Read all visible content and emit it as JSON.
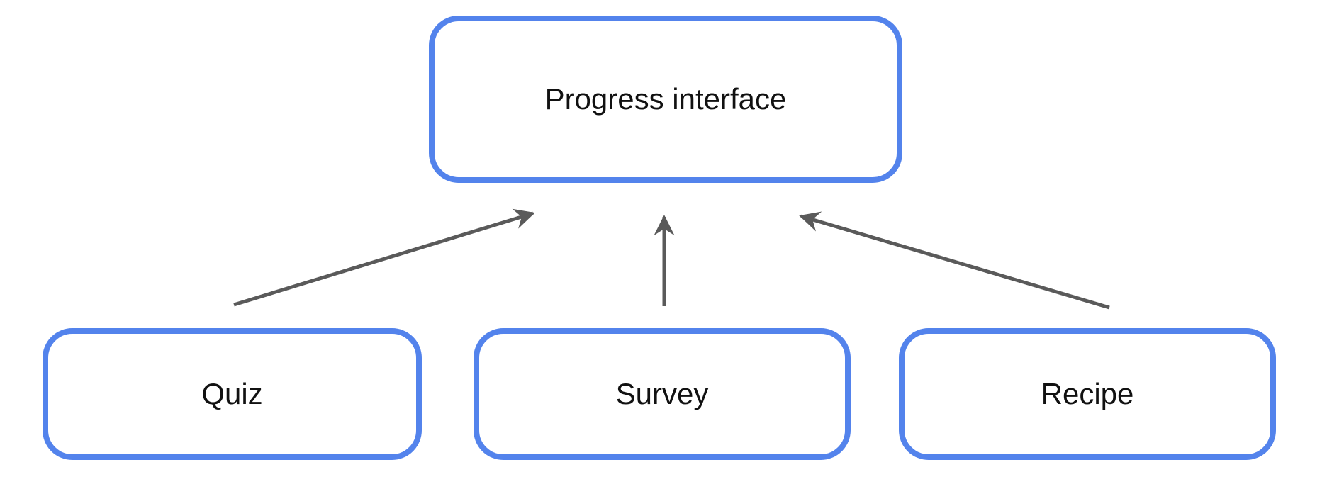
{
  "diagram": {
    "nodes": {
      "progress": {
        "label": "Progress interface"
      },
      "quiz": {
        "label": "Quiz"
      },
      "survey": {
        "label": "Survey"
      },
      "recipe": {
        "label": "Recipe"
      }
    },
    "edges": [
      {
        "from": "Quiz",
        "to": "Progress interface"
      },
      {
        "from": "Survey",
        "to": "Progress interface"
      },
      {
        "from": "Recipe",
        "to": "Progress interface"
      }
    ]
  },
  "colors": {
    "background": "#ffffff",
    "box-border": "#5383EC",
    "box-fill": "#ffffff",
    "arrow": "#5a5a5a",
    "text": "#111111"
  }
}
